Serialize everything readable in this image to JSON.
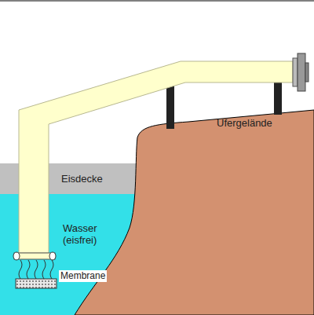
{
  "diagram": {
    "labels": [
      "Eisdecke",
      "Wasser (eisfrei)",
      "Membrane",
      "Ufergelände"
    ]
  }
}
